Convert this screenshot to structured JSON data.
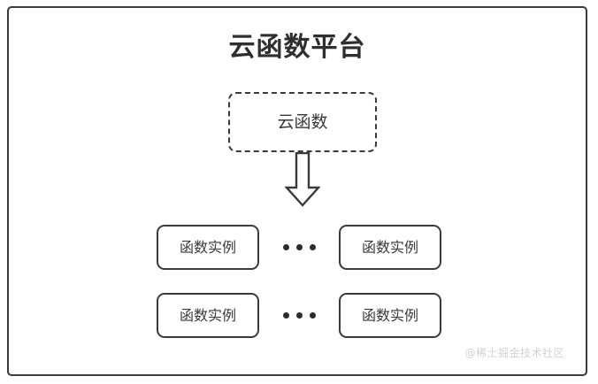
{
  "diagram": {
    "title": "云函数平台",
    "cloud_function": {
      "label": "云函数",
      "style": "dashed"
    },
    "arrow": {
      "icon": "down-block-arrow",
      "direction": "down"
    },
    "instance_rows": [
      {
        "left": {
          "label": "函数实例"
        },
        "ellipsis": "•••",
        "right": {
          "label": "函数实例"
        }
      },
      {
        "left": {
          "label": "函数实例"
        },
        "ellipsis": "•••",
        "right": {
          "label": "函数实例"
        }
      }
    ],
    "watermark": "@稀土掘金技术社区",
    "colors": {
      "stroke": "#3a3a3c",
      "text": "#39393b",
      "title": "#2f2f31",
      "background": "#ffffff",
      "watermark": "#d2d2d4"
    }
  }
}
